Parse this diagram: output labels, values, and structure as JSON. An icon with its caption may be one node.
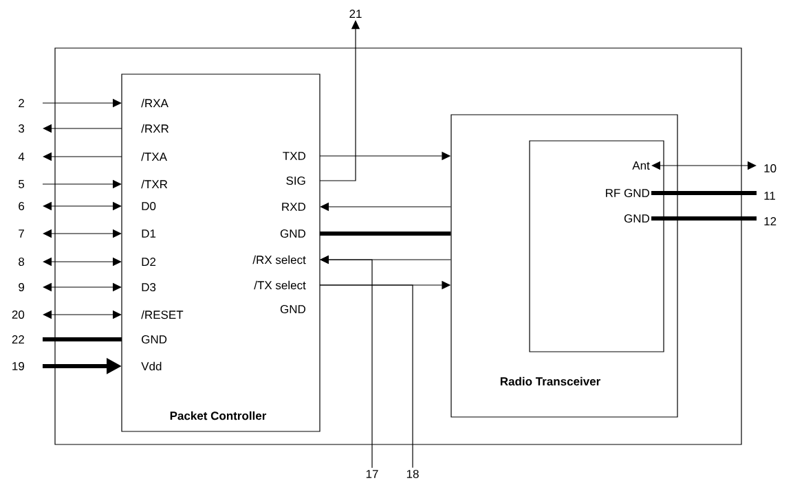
{
  "diagram": {
    "nodes": [
      {
        "text": [],
        "shape": "box"
      },
      {
        "text": [
          "Packet Controller"
        ],
        "in": 0
      },
      {
        "text": [
          "Radio Transceiver"
        ],
        "in": 0
      },
      {
        "text": [],
        "shape": "box",
        "in": 2
      },
      {
        "text": [
          "/RXA"
        ],
        "in": 1
      },
      {
        "text": [
          "/RXR"
        ],
        "in": 1
      },
      {
        "text": [
          "/TXA"
        ],
        "in": 1
      },
      {
        "text": [
          "/TXR"
        ],
        "in": 1
      },
      {
        "text": [
          "D0"
        ],
        "in": 1
      },
      {
        "text": [
          "D1"
        ],
        "in": 1
      },
      {
        "text": [
          "D2"
        ],
        "in": 1
      },
      {
        "text": [
          "D3"
        ],
        "in": 1
      },
      {
        "text": [
          "/RESET"
        ],
        "in": 1
      },
      {
        "text": [
          "GND"
        ],
        "in": 1
      },
      {
        "text": [
          "Vdd"
        ],
        "in": 1
      },
      {
        "text": [
          "TXD"
        ],
        "in": 1
      },
      {
        "text": [
          "SIG"
        ],
        "in": 1
      },
      {
        "text": [
          "RXD"
        ],
        "in": 1
      },
      {
        "text": [
          "GND"
        ],
        "in": 1
      },
      {
        "text": [
          "/RX select"
        ],
        "in": 1
      },
      {
        "text": [
          "/TX select"
        ],
        "in": 1
      },
      {
        "text": [
          "GND"
        ],
        "in": 1
      },
      {
        "text": [
          "Ant"
        ],
        "in": 3
      },
      {
        "text": [
          "RF GND"
        ],
        "in": 3
      },
      {
        "text": [
          "GND"
        ],
        "in": 3
      },
      {
        "text": [
          "2"
        ]
      },
      {
        "text": [
          "3"
        ]
      },
      {
        "text": [
          "4"
        ]
      },
      {
        "text": [
          "5"
        ]
      },
      {
        "text": [
          "6"
        ]
      },
      {
        "text": [
          "7"
        ]
      },
      {
        "text": [
          "8"
        ]
      },
      {
        "text": [
          "9"
        ]
      },
      {
        "text": [
          "20"
        ]
      },
      {
        "text": [
          "22"
        ]
      },
      {
        "text": [
          "19"
        ]
      },
      {
        "text": [
          "21"
        ]
      },
      {
        "text": [
          "17"
        ]
      },
      {
        "text": [
          "18"
        ]
      },
      {
        "text": [
          "10"
        ]
      },
      {
        "text": [
          "11"
        ]
      },
      {
        "text": [
          "12"
        ]
      }
    ],
    "edges": [
      {
        "from": 25,
        "to": 4,
        "arrow": "to"
      },
      {
        "from": 5,
        "to": 26,
        "arrow": "to"
      },
      {
        "from": 6,
        "to": 27,
        "arrow": "to"
      },
      {
        "from": 28,
        "to": 7,
        "arrow": "to"
      },
      {
        "from": 29,
        "to": 8,
        "arrow": "both"
      },
      {
        "from": 30,
        "to": 9,
        "arrow": "both"
      },
      {
        "from": 31,
        "to": 10,
        "arrow": "both"
      },
      {
        "from": 32,
        "to": 11,
        "arrow": "both"
      },
      {
        "from": 33,
        "to": 12,
        "arrow": "both"
      },
      {
        "from": 34,
        "to": 13,
        "arrow": "none",
        "style": "thick"
      },
      {
        "from": 35,
        "to": 14,
        "arrow": "to",
        "style": "thick"
      },
      {
        "from": 15,
        "to": 2,
        "arrow": "to"
      },
      {
        "from": 16,
        "to": 36,
        "arrow": "to"
      },
      {
        "from": 2,
        "to": 17,
        "arrow": "to"
      },
      {
        "from": 18,
        "to": 2,
        "arrow": "none",
        "style": "thick"
      },
      {
        "from": 2,
        "to": 19,
        "arrow": "to"
      },
      {
        "from": 37,
        "to": 19,
        "arrow": "to"
      },
      {
        "from": 20,
        "to": 2,
        "arrow": "to"
      },
      {
        "from": 20,
        "to": 38,
        "arrow": "none"
      },
      {
        "from": 22,
        "to": 39,
        "arrow": "both"
      },
      {
        "from": 23,
        "to": 40,
        "arrow": "none",
        "style": "thick"
      },
      {
        "from": 24,
        "to": 41,
        "arrow": "none",
        "style": "thick"
      }
    ]
  }
}
